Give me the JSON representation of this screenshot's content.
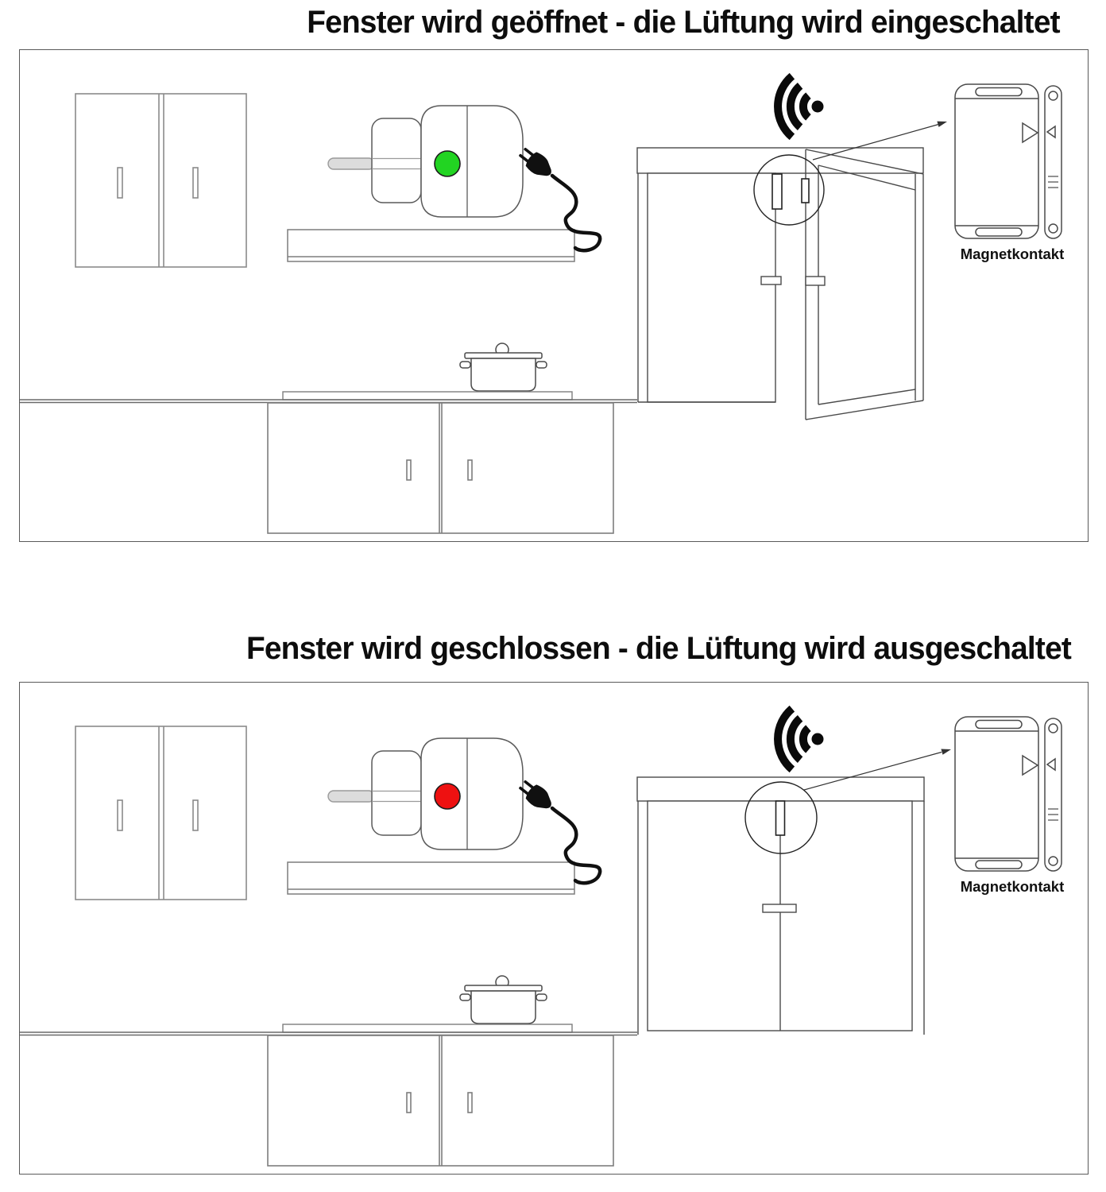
{
  "labels": {
    "magnetkontakt": "Magnetkontakt"
  },
  "panels": [
    {
      "title": "Fenster wird geöffnet - die Lüftung wird eingeschaltet",
      "indicator_color": "#22d422"
    },
    {
      "title": "Fenster wird geschlossen - die Lüftung wird ausgeschaltet",
      "indicator_color": "#ee1111"
    }
  ]
}
